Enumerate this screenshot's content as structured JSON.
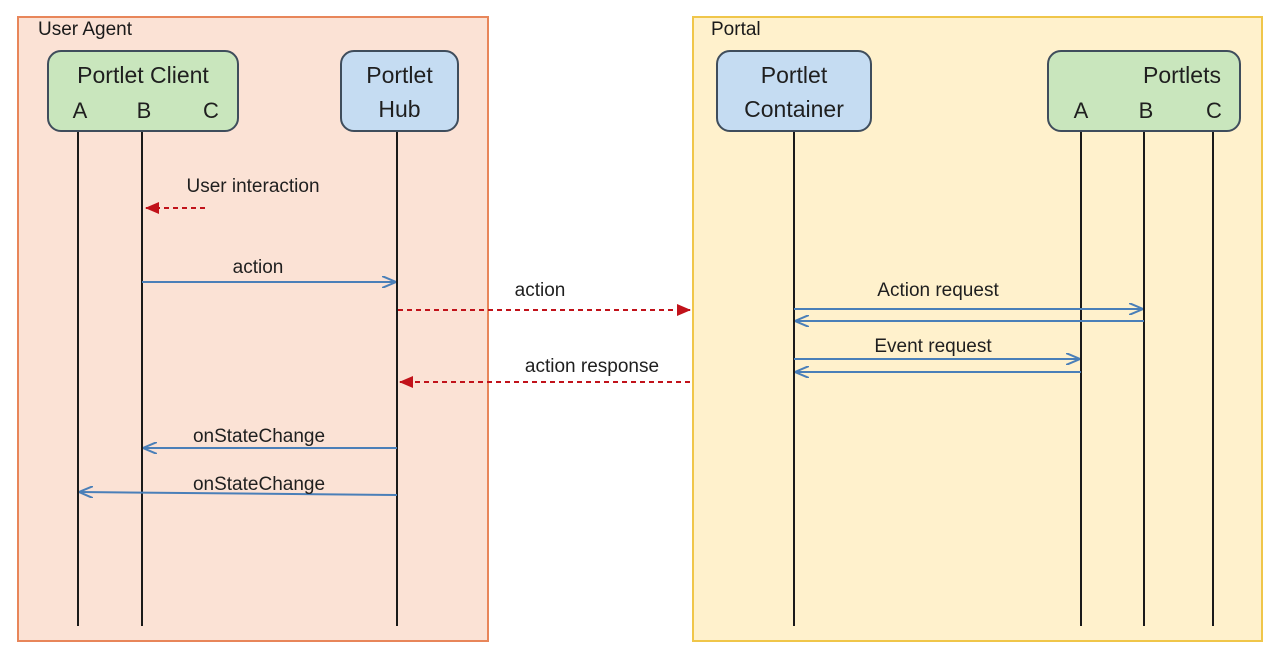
{
  "user_agent": {
    "title": "User Agent",
    "portlet_client": {
      "line1": "Portlet Client",
      "subs": [
        "A",
        "B",
        "C"
      ]
    },
    "portlet_hub": {
      "line1": "Portlet",
      "line2": "Hub"
    }
  },
  "portal": {
    "title": "Portal",
    "portlet_container": {
      "line1": "Portlet",
      "line2": "Container"
    },
    "portlets": {
      "line1": "Portlets",
      "subs": [
        "A",
        "B",
        "C"
      ]
    }
  },
  "messages": {
    "user_interaction": "User interaction",
    "action_client_hub": "action",
    "action_hub_portal": "action",
    "action_response": "action response",
    "action_request": "Action request",
    "event_request": "Event request",
    "on_state_change_b": "onStateChange",
    "on_state_change_a": "onStateChange"
  },
  "colors": {
    "user_agent_fill": "#fbe2d5",
    "user_agent_border": "#e8865a",
    "portal_fill": "#fff1cc",
    "portal_border": "#f0c64a",
    "green_box": "#c9e6bd",
    "blue_box": "#c5dcf2",
    "blue_arrow": "#4a7fb8",
    "red_arrow": "#c1121a"
  }
}
